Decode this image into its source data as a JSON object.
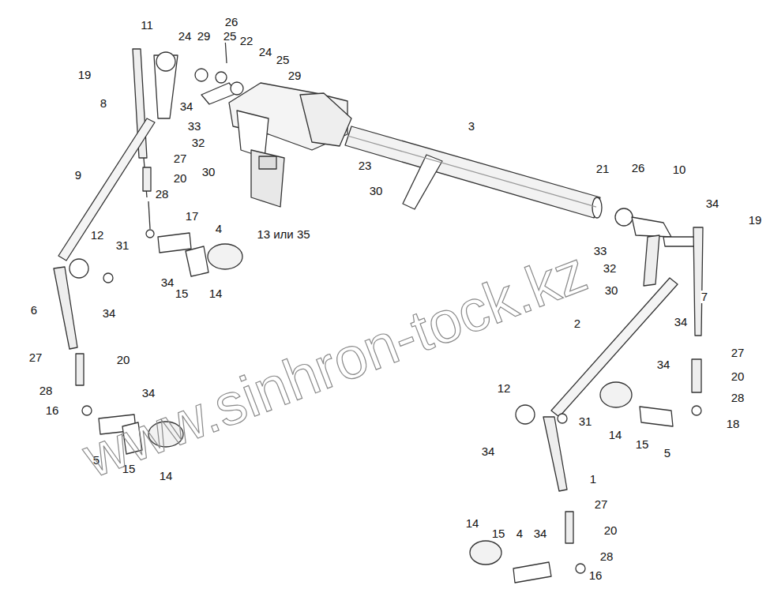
{
  "diagram": {
    "labels": [
      "11",
      "24",
      "29",
      "26",
      "25",
      "22",
      "24",
      "25",
      "29",
      "19",
      "8",
      "34",
      "33",
      "32",
      "30",
      "27",
      "20",
      "28",
      "3",
      "26",
      "21",
      "10",
      "34",
      "19",
      "23",
      "30",
      "9",
      "17",
      "4",
      "13 или 35",
      "33",
      "32",
      "30",
      "12",
      "31",
      "34",
      "15",
      "14",
      "34",
      "6",
      "7",
      "2",
      "34",
      "27",
      "20",
      "27",
      "20",
      "34",
      "28",
      "18",
      "28",
      "34",
      "16",
      "12",
      "31",
      "14",
      "15",
      "5",
      "34",
      "5",
      "15",
      "14",
      "1",
      "27",
      "14",
      "15",
      "4",
      "34",
      "20",
      "28",
      "16",
      "www.sinhron-tock.kz"
    ]
  }
}
